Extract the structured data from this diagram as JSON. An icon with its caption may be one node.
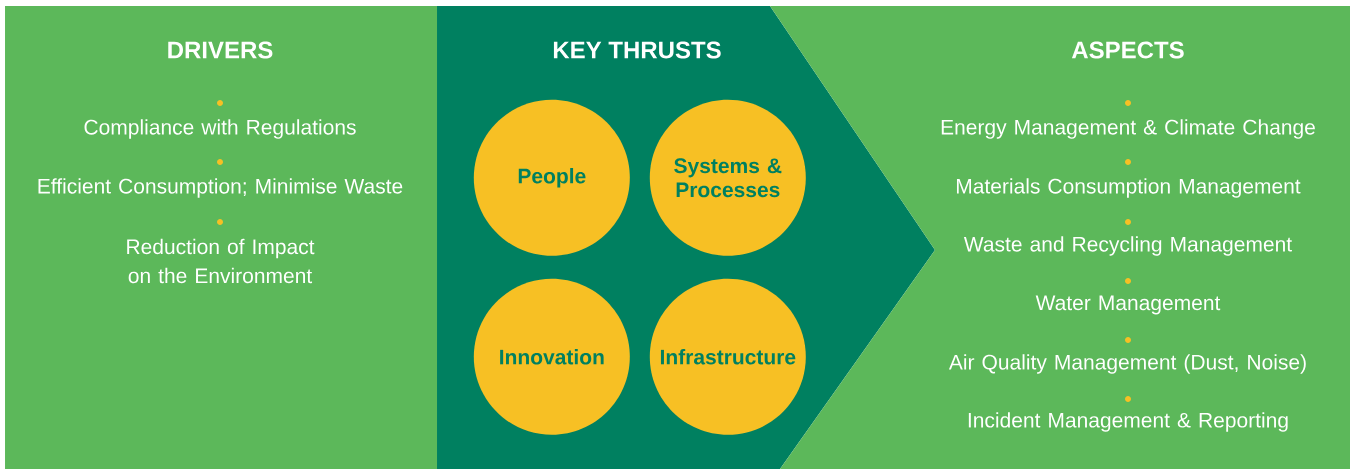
{
  "diagram": {
    "nodes": [
      {
        "text": [
          "DRIVERS",
          "Compliance with Regulations",
          "Efficient Consumption; Minimise Waste",
          "Reduction of Impact on the Environment"
        ]
      },
      {
        "text": [
          "KEY THRUSTS"
        ]
      },
      {
        "text": [
          "People"
        ],
        "in": 1
      },
      {
        "text": [
          "Systems & Processes"
        ],
        "in": 1
      },
      {
        "text": [
          "Innovation"
        ],
        "in": 1
      },
      {
        "text": [
          "Infrastructure"
        ],
        "in": 1
      },
      {
        "text": [
          "ASPECTS",
          "Energy Management & Climate Change",
          "Materials Consumption Management",
          "Waste and Recycling Management",
          "Water Management",
          "Air Quality Management (Dust, Noise)",
          "Incident Management & Reporting"
        ]
      }
    ],
    "edges": []
  }
}
